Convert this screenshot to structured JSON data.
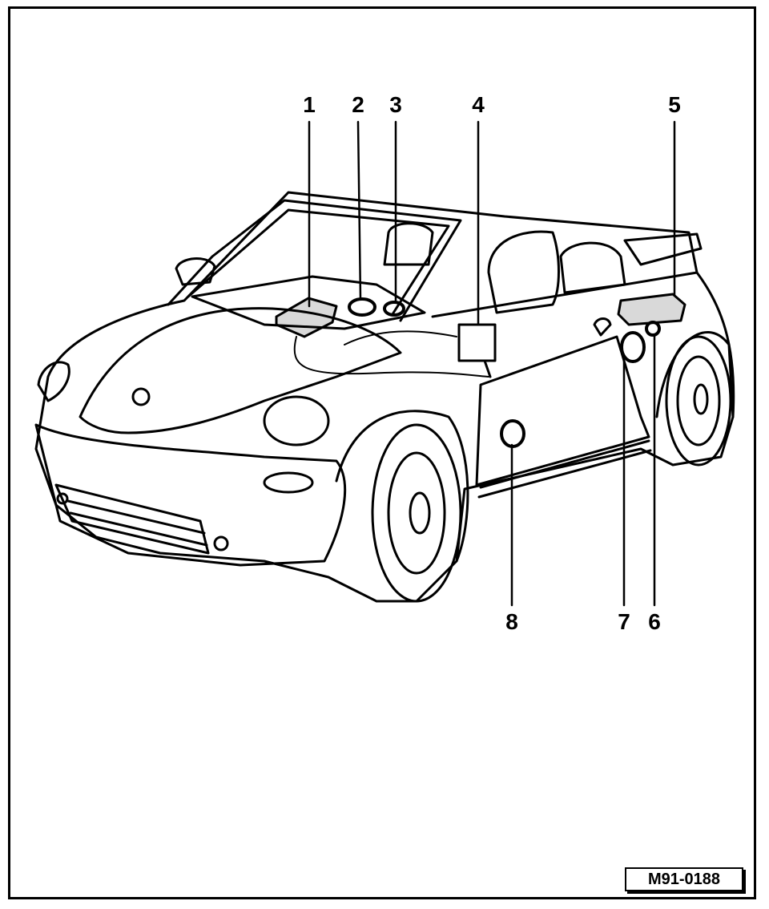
{
  "diagram": {
    "callouts": [
      {
        "id": "1",
        "label": "1"
      },
      {
        "id": "2",
        "label": "2"
      },
      {
        "id": "3",
        "label": "3"
      },
      {
        "id": "4",
        "label": "4"
      },
      {
        "id": "5",
        "label": "5"
      },
      {
        "id": "6",
        "label": "6"
      },
      {
        "id": "7",
        "label": "7"
      },
      {
        "id": "8",
        "label": "8"
      }
    ],
    "figure_id": "M91-0188",
    "line_color": "#000000",
    "background_color": "#ffffff"
  }
}
